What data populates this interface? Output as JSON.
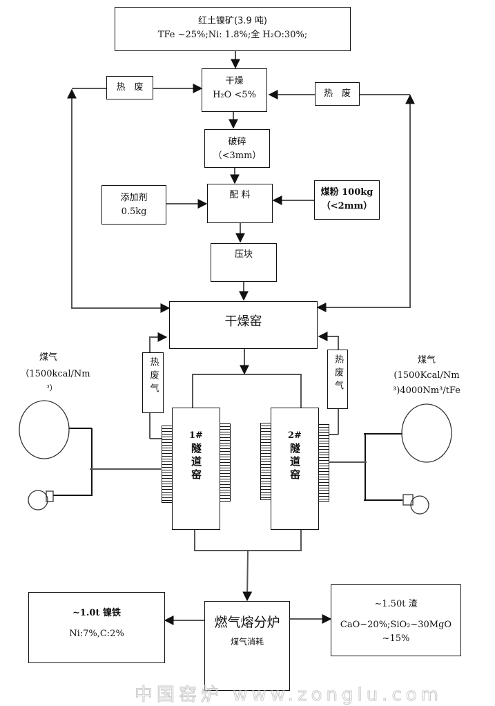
{
  "diagram": {
    "ore": {
      "title": "红土镍矿(3.9 吨)",
      "spec": "TFe ~25%;Ni: 1.8%;全 H₂O:30%;"
    },
    "drying": {
      "title": "干燥",
      "spec": "H₂O <5%"
    },
    "waste_heat_left": "热　废",
    "waste_heat_right": "热　废",
    "crushing": {
      "title": "破碎",
      "spec": "（<3mm）"
    },
    "additive": {
      "title": "添加剂",
      "amount": "0.5kg"
    },
    "batching": {
      "title": "配 料"
    },
    "coal_powder": {
      "title": "煤粉 100kg",
      "spec": "（<2mm）"
    },
    "briquetting": {
      "title": "压块"
    },
    "drying_kiln": {
      "title": "干燥窑"
    },
    "waste_gas_left": "热废气",
    "waste_gas_right": "热废气",
    "kiln1": {
      "number": "1#",
      "name": "隧道窑"
    },
    "kiln2": {
      "number": "2#",
      "name": "隧道窑"
    },
    "gas_left": {
      "title": "煤气",
      "spec_line1": "（1500kcal/Nm",
      "spec_line2": "³）"
    },
    "gas_right": {
      "title": "煤气",
      "spec_line1": "(1500Kcal/Nm",
      "spec_line2": "³)4000Nm³/tFe"
    },
    "smelter": {
      "title": "燃气熔分炉",
      "note": "煤气消耗"
    },
    "ferronickel": {
      "title": "~1.0t 镍铁",
      "spec": "Ni:7%,C:2%"
    },
    "slag": {
      "title": "~1.50t 渣",
      "spec": "CaO~20%;SiO₂~30MgO~15%"
    },
    "watermark": "中国窑炉 www.zonglu.com"
  }
}
